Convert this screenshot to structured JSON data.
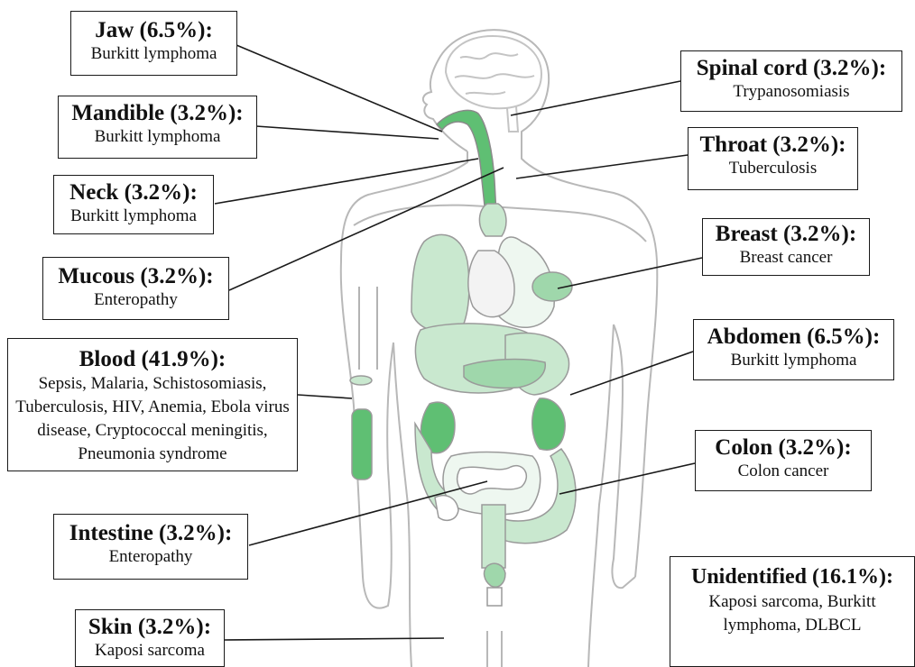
{
  "labels": {
    "jaw": {
      "title": "Jaw (6.5%):",
      "desc": "Burkitt lymphoma"
    },
    "mandible": {
      "title": "Mandible (3.2%):",
      "desc": "Burkitt lymphoma"
    },
    "neck": {
      "title": "Neck (3.2%):",
      "desc": "Burkitt lymphoma"
    },
    "mucous": {
      "title": "Mucous (3.2%):",
      "desc": "Enteropathy"
    },
    "blood": {
      "title": "Blood (41.9%):",
      "desc": "Sepsis, Malaria, Schistosomiasis, Tuberculosis, HIV, Anemia, Ebola virus disease, Cryptococcal meningitis, Pneumonia syndrome"
    },
    "intestine": {
      "title": "Intestine (3.2%):",
      "desc": "Enteropathy"
    },
    "skin": {
      "title": "Skin (3.2%):",
      "desc": "Kaposi sarcoma"
    },
    "spinal_cord": {
      "title": "Spinal cord (3.2%):",
      "desc": "Trypanosomiasis"
    },
    "throat": {
      "title": "Throat (3.2%):",
      "desc": "Tuberculosis"
    },
    "breast": {
      "title": "Breast (3.2%):",
      "desc": "Breast cancer"
    },
    "abdomen": {
      "title": "Abdomen (6.5%):",
      "desc": "Burkitt lymphoma"
    },
    "colon": {
      "title": "Colon (3.2%):",
      "desc": "Colon cancer"
    },
    "unidentified": {
      "title": "Unidentified (16.1%):",
      "desc": "Kaposi sarcoma, Burkitt lymphoma, DLBCL"
    }
  },
  "colors": {
    "outline": "#b8b8b8",
    "organ_light": "#c9e8cf",
    "organ_mid": "#9fd7ab",
    "organ_dark": "#5fbf73",
    "leader": "#1a1a1a"
  }
}
